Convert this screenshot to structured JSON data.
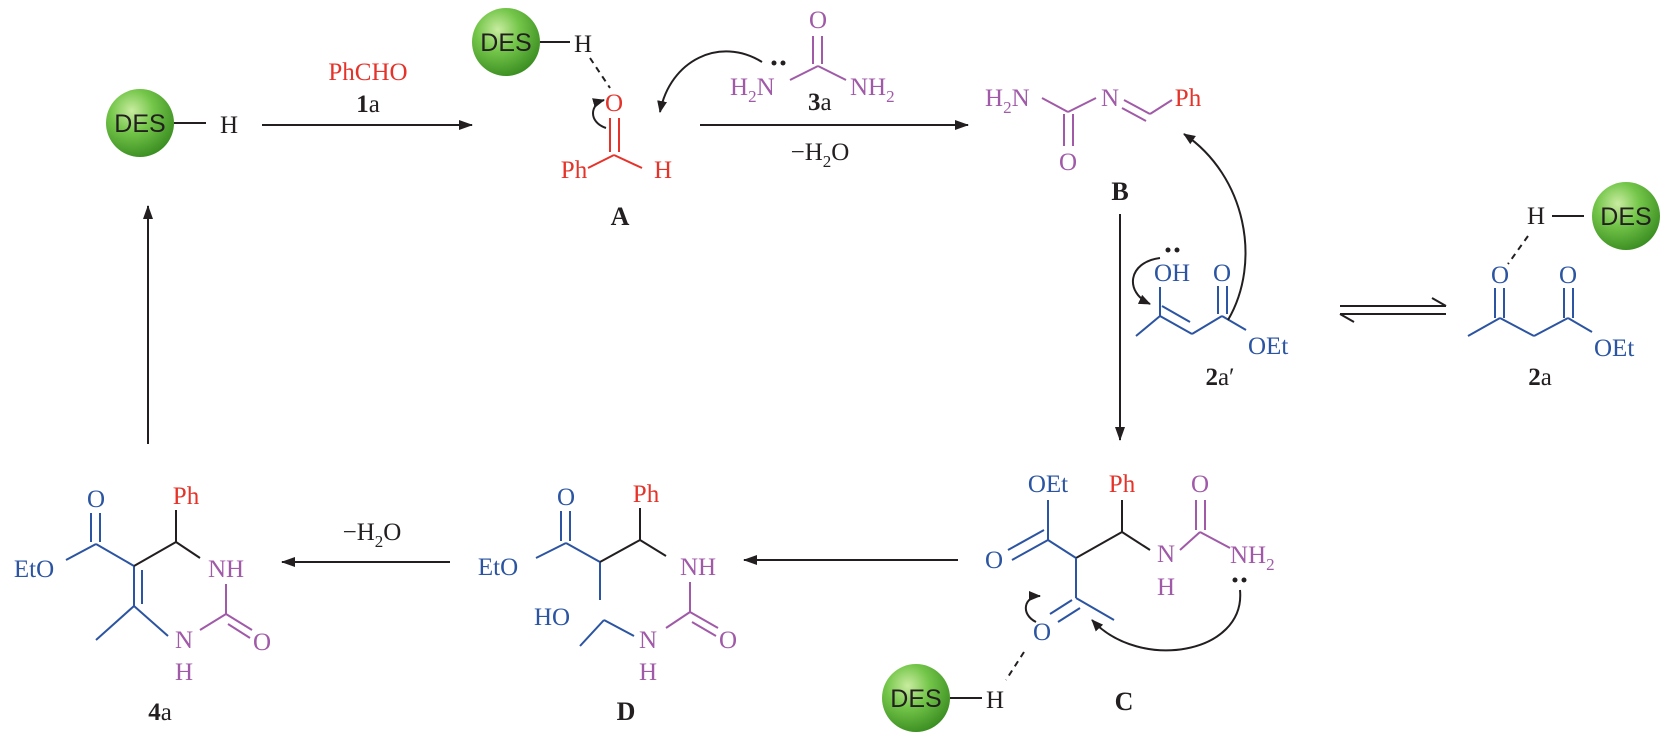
{
  "catalyst": {
    "des": "DES",
    "h": "H"
  },
  "reagents": {
    "phcho": "PhCHO",
    "c1a_num": "1",
    "c1a_suffix": "a",
    "c3a_num": "3",
    "c3a_suffix": "a",
    "minus_h2o": "−H",
    "h2o_sub": "2",
    "h2o_o": "O"
  },
  "compound_labels": {
    "A": "A",
    "B": "B",
    "C": "C",
    "D": "D",
    "c2a_prime_num": "2",
    "c2a_prime_suffix": "a′",
    "c2a_num": "2",
    "c2a_suffix": "a",
    "c4a_num": "4",
    "c4a_suffix": "a"
  },
  "atoms": {
    "O": "O",
    "H": "H",
    "N": "N",
    "Ph": "Ph",
    "NH": "NH",
    "OH": "OH",
    "HO": "HO",
    "OEt": "OEt",
    "EtO": "EtO",
    "NH2_N": "NH",
    "NH2_sub": "2",
    "H2N_H": "H",
    "H2N_N": "N"
  },
  "colors": {
    "black": "#231f20",
    "red": "#e5332a",
    "purple": "#a05aa8",
    "blue": "#2b54a2",
    "ball_green": "#5cb43a"
  }
}
